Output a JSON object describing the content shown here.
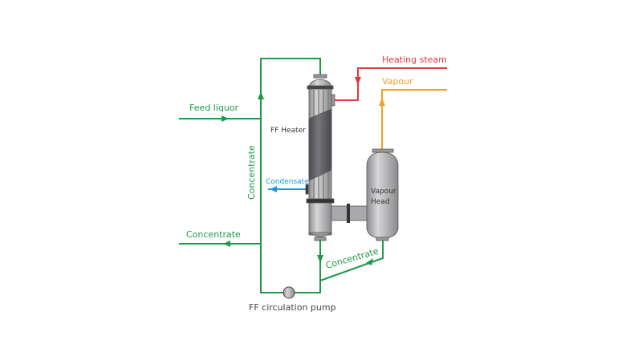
{
  "colors": {
    "liquor": "#1f9a4a",
    "steam": "#e2383f",
    "vapour": "#f0a024",
    "condensate": "#1b9ad7",
    "equipment": "#b9b9bb",
    "equipment_dark": "#5e5e62",
    "text": "#333333"
  },
  "labels": {
    "heating_steam": "Heating steam",
    "vapour": "Vapour",
    "feed_liquor": "Feed liquor",
    "ff_heater": "FF Heater",
    "concentrate_vertical": "Concentrate",
    "condensate": "Condensate",
    "vapour_head_line1": "Vapour",
    "vapour_head_line2": "Head",
    "concentrate_out": "Concentrate",
    "concentrate_diagonal": "Concentrate",
    "pump": "FF circulation pump"
  }
}
